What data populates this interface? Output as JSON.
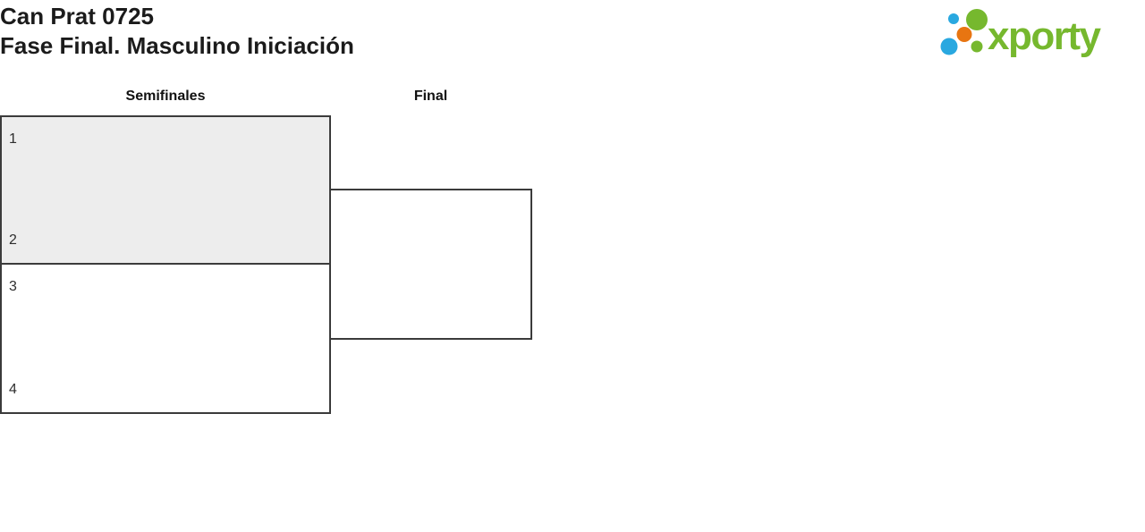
{
  "header": {
    "title_line1": "Can Prat 0725",
    "title_line2": "Fase Final. Masculino Iniciación",
    "logo_text": "xporty"
  },
  "bracket": {
    "columns": [
      {
        "label": "Semifinales"
      },
      {
        "label": "Final"
      }
    ],
    "semifinal_1": {
      "seed_top": "1",
      "seed_bottom": "2"
    },
    "semifinal_2": {
      "seed_top": "3",
      "seed_bottom": "4"
    },
    "final": {
      "seeds": []
    }
  },
  "colors": {
    "brand_green": "#76b82e",
    "brand_blue": "#29a8e0",
    "brand_orange": "#e87511",
    "highlighted_match_bg": "#ededed",
    "match_border": "#3b3b3b"
  }
}
